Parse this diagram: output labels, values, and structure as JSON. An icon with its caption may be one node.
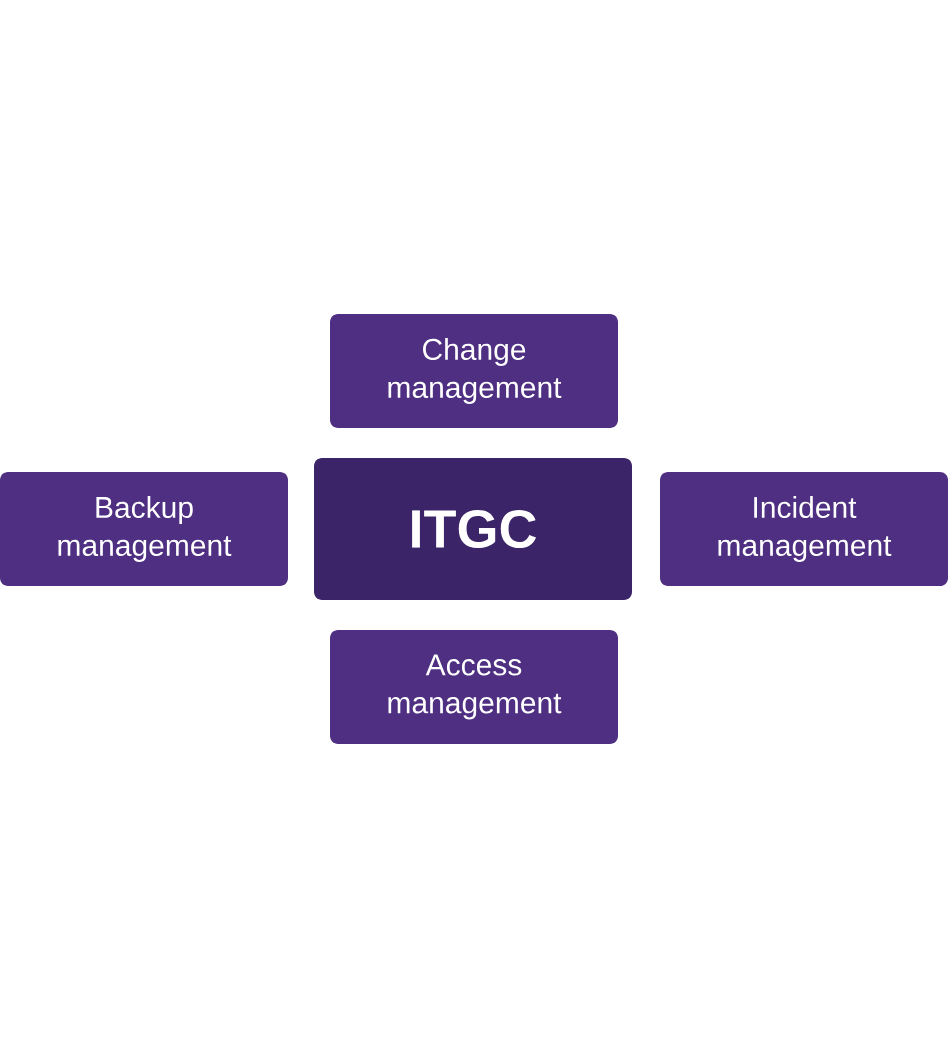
{
  "diagram": {
    "nodes": [
      {
        "text": [
          "Change management"
        ]
      },
      {
        "text": [
          "Backup management"
        ]
      },
      {
        "text": [
          "ITGC"
        ]
      },
      {
        "text": [
          "Incident management"
        ]
      },
      {
        "text": [
          "Access management"
        ]
      }
    ]
  }
}
